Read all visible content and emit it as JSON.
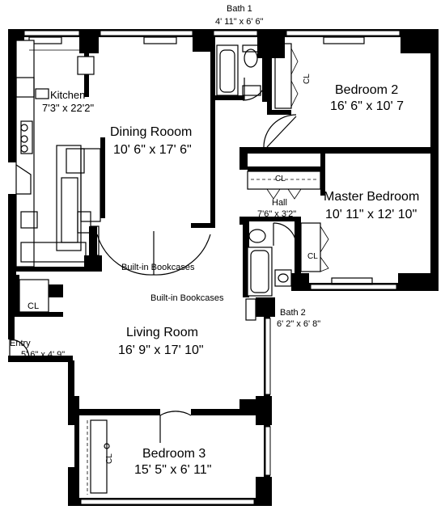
{
  "rooms": {
    "bath1": {
      "name": "Bath 1",
      "dims": "4' 11\" x 6' 6\""
    },
    "kitchen": {
      "name": "Kitchen",
      "dims": "7'3\" x 22'2\""
    },
    "bedroom2": {
      "name": "Bedroom 2",
      "dims": "16' 6\" x 10' 7"
    },
    "dining": {
      "name": "Dining Rooom",
      "dims": "10' 6\" x 17' 6\""
    },
    "master": {
      "name": "Master Bedroom",
      "dims": "10' 11\" x 12' 10\""
    },
    "hall": {
      "name": "Hall",
      "dims": "7'6\" x 3'2\""
    },
    "living": {
      "name": "Living Room",
      "dims": "16' 9\" x 17' 10\""
    },
    "entry": {
      "name": "Entry",
      "dims": "5' 6\" x 4' 9\""
    },
    "bath2": {
      "name": "Bath 2",
      "dims": "6' 2\" x 6' 8\""
    },
    "bedroom3": {
      "name": "Bedroom 3",
      "dims": "15' 5\" x 6' 11\""
    }
  },
  "features": {
    "bookcases_dining": "Built-in Bookcases",
    "bookcases_living": "Built-in Bookcases"
  },
  "closets": {
    "bed2": "CL",
    "hall": "CL",
    "master": "CL",
    "entry": "CL",
    "bed3": "CL"
  }
}
